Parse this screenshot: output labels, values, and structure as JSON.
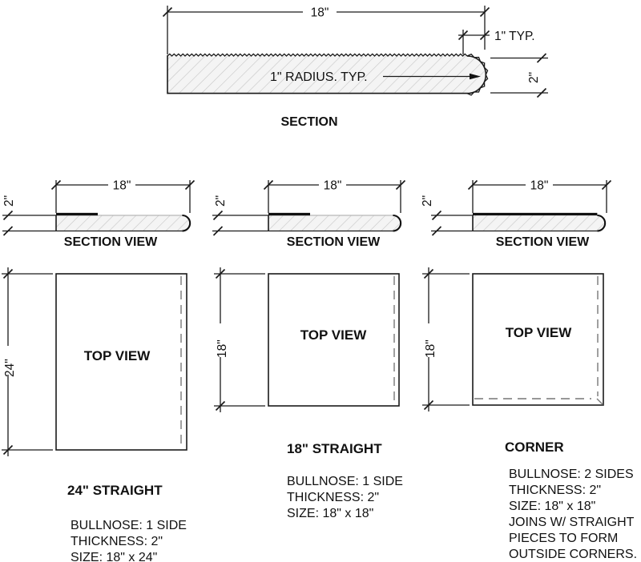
{
  "drawing": {
    "section": {
      "label": "SECTION",
      "width_dim": "18\"",
      "edge_dim": "1\" TYP.",
      "thickness_dim": "2\"",
      "radius_note": "1\" RADIUS. TYP."
    },
    "pieces": [
      {
        "section_view": {
          "label": "SECTION VIEW",
          "width_dim": "18\"",
          "thickness_dim": "2\""
        },
        "top_view": {
          "label": "TOP VIEW",
          "length_dim": "24\""
        },
        "heading": "24\" STRAIGHT",
        "specs": [
          "BULLNOSE: 1 SIDE",
          "THICKNESS: 2\"",
          "SIZE: 18\" x 24\""
        ]
      },
      {
        "section_view": {
          "label": "SECTION VIEW",
          "width_dim": "18\"",
          "thickness_dim": "2\""
        },
        "top_view": {
          "label": "TOP VIEW",
          "length_dim": "18\""
        },
        "heading": "18\" STRAIGHT",
        "specs": [
          "BULLNOSE: 1 SIDE",
          "THICKNESS: 2\"",
          "SIZE: 18\" x 18\""
        ]
      },
      {
        "section_view": {
          "label": "SECTION VIEW",
          "width_dim": "18\"",
          "thickness_dim": "2\""
        },
        "top_view": {
          "label": "TOP VIEW",
          "length_dim": "18\""
        },
        "heading": "CORNER",
        "specs": [
          "BULLNOSE: 2 SIDES",
          "THICKNESS: 2\"",
          "SIZE: 18\" x 18\"",
          "JOINS W/ STRAIGHT",
          "PIECES TO FORM",
          "OUTSIDE CORNERS."
        ]
      }
    ],
    "colors": {
      "line": "#1a1a1a",
      "hatch": "#c6c6c6",
      "fill": "#f4f4f4",
      "dashed": "#777777"
    }
  }
}
